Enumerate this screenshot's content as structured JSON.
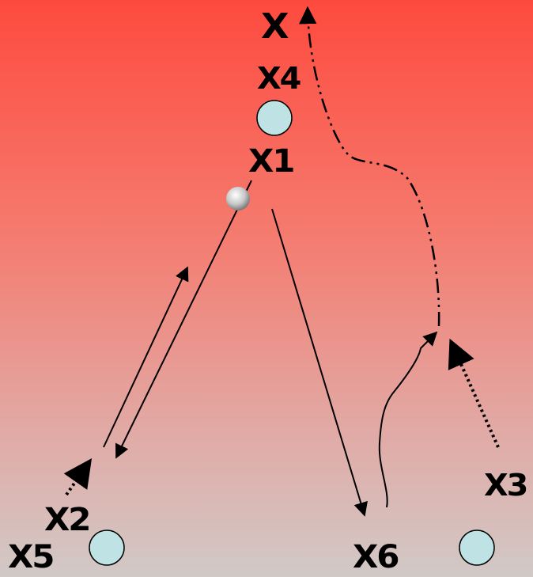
{
  "labels": {
    "x": "X",
    "x4": "X4",
    "x1": "X1",
    "x2": "X2",
    "x5": "X5",
    "x6": "X6",
    "x3": "X3"
  },
  "colors": {
    "gradient_top": "#fe4a3e",
    "gradient_bottom": "#d1c9c6",
    "circle_fill": "#bfe3e4",
    "ink": "#000000"
  }
}
